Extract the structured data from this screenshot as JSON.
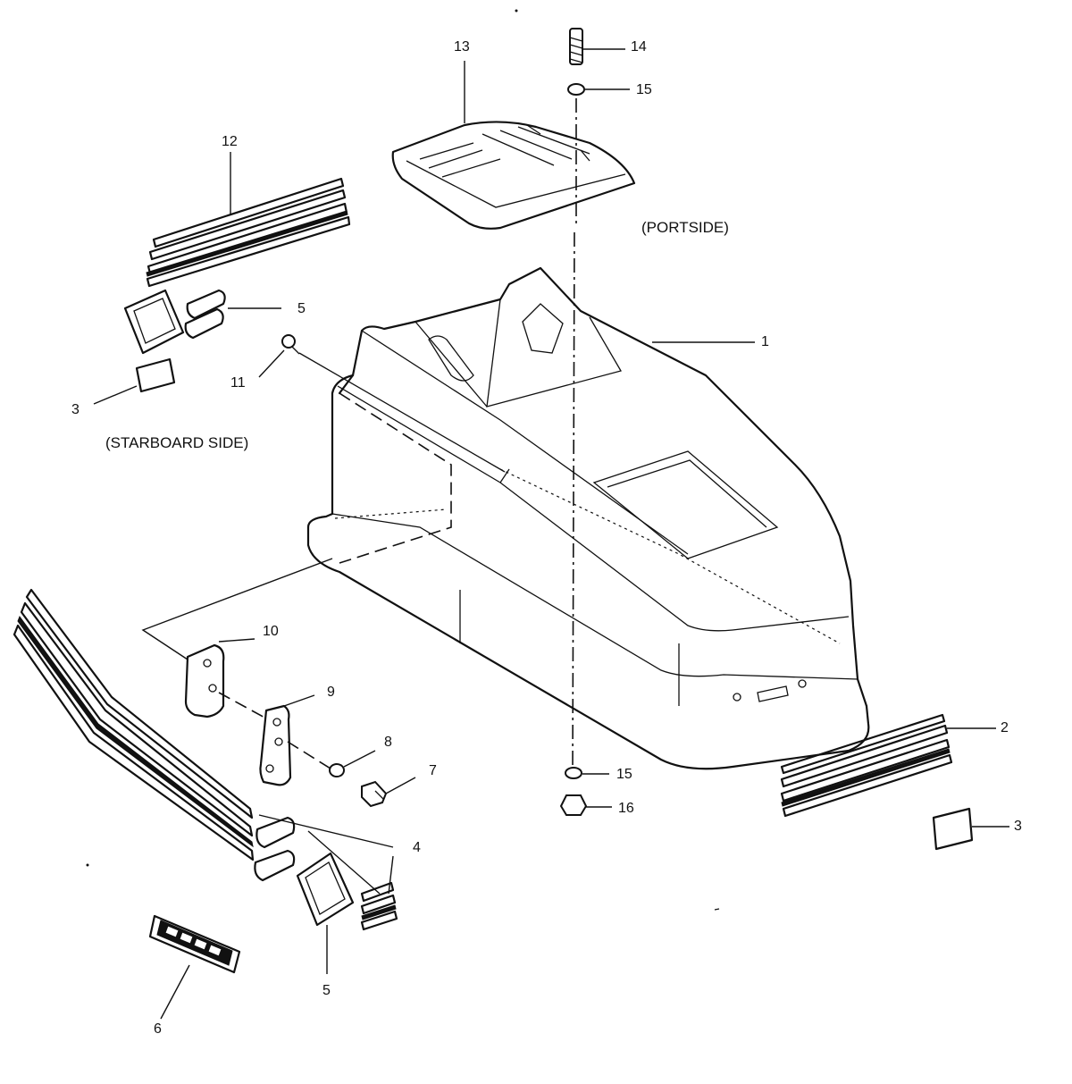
{
  "captions": {
    "portside": "(PORTSIDE)",
    "starboard": "(STARBOARD SIDE)"
  },
  "callouts": {
    "c1": "1",
    "c2": "2",
    "c3a": "3",
    "c3b": "3",
    "c4": "4",
    "c5a": "5",
    "c5b": "5",
    "c6": "6",
    "c7": "7",
    "c8": "8",
    "c9": "9",
    "c10": "10",
    "c11": "11",
    "c12": "12",
    "c13": "13",
    "c14": "14",
    "c15a": "15",
    "c15b": "15",
    "c16": "16"
  }
}
